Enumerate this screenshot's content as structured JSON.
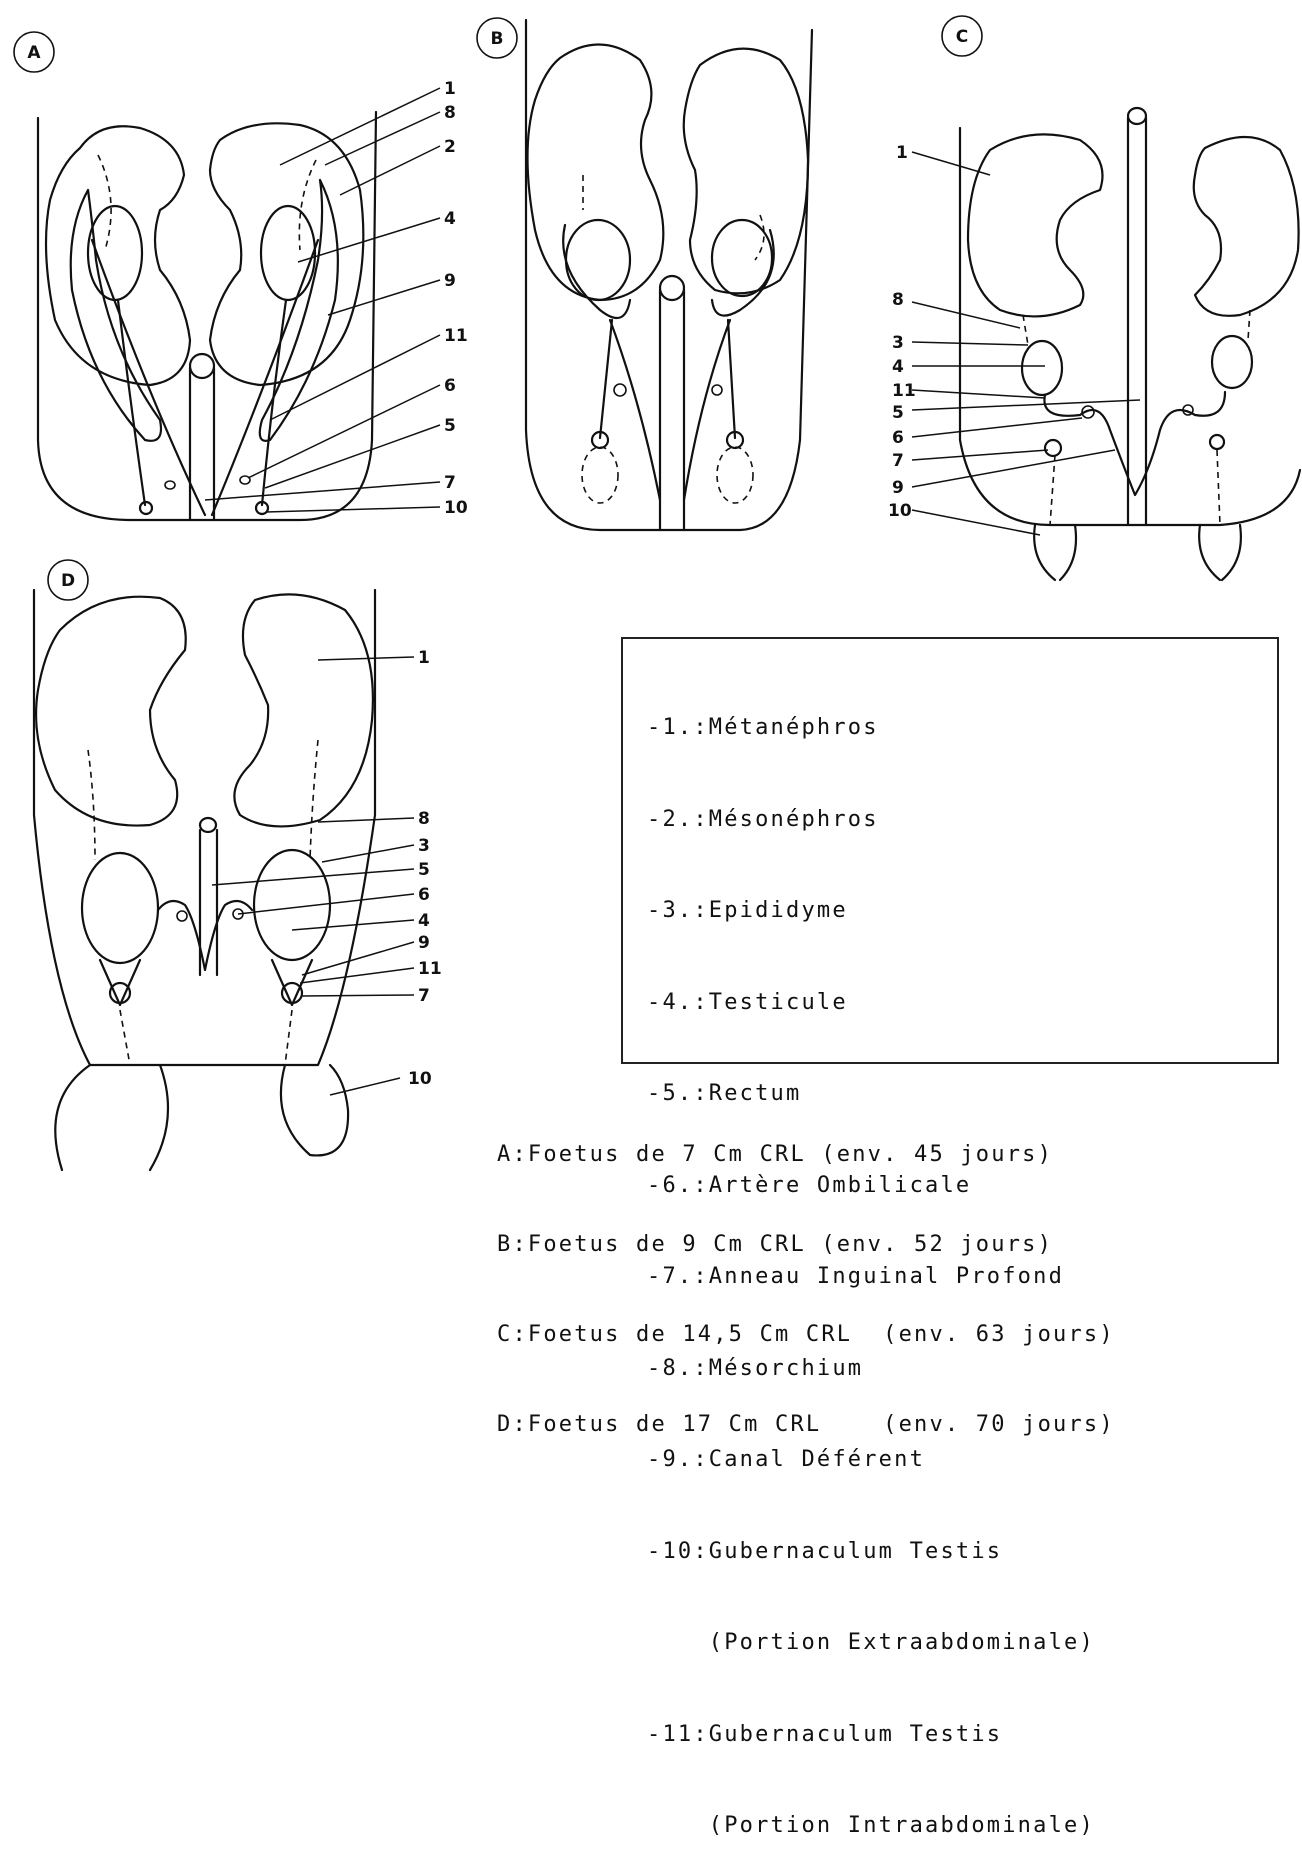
{
  "panels": {
    "A": {
      "letter": "A",
      "labels": [
        "1",
        "8",
        "2",
        "4",
        "9",
        "11",
        "6",
        "5",
        "7",
        "10"
      ]
    },
    "B": {
      "letter": "B"
    },
    "C": {
      "letter": "C",
      "labels": [
        "1",
        "8",
        "3",
        "4",
        "11",
        "5",
        "6",
        "7",
        "9",
        "10"
      ]
    },
    "D": {
      "letter": "D",
      "labels": [
        "1",
        "8",
        "3",
        "5",
        "6",
        "4",
        "9",
        "11",
        "7",
        "10"
      ]
    }
  },
  "legend": [
    "-1.:Métanéphros",
    "-2.:Mésonéphros",
    "-3.:Epididyme",
    "-4.:Testicule",
    "-5.:Rectum",
    "-6.:Artère Ombilicale",
    "-7.:Anneau Inguinal Profond",
    "-8.:Mésorchium",
    "-9.:Canal Déférent",
    "-10:Gubernaculum Testis",
    "    (Portion Extraabdominale)",
    "-11:Gubernaculum Testis",
    "    (Portion Intraabdominale)"
  ],
  "captions": [
    "A:Foetus de 7 Cm CRL (env. 45 jours)",
    "B:Foetus de 9 Cm CRL (env. 52 jours)",
    "C:Foetus de 14,5 Cm CRL  (env. 63 jours)",
    "D:Foetus de 17 Cm CRL    (env. 70 jours)"
  ]
}
